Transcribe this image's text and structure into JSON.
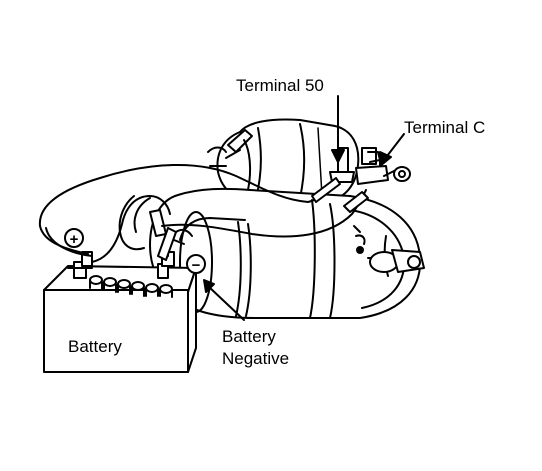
{
  "diagram": {
    "labels": {
      "terminal_50": "Terminal 50",
      "terminal_c": "Terminal C",
      "battery": "Battery",
      "battery_negative_line1": "Battery",
      "battery_negative_line2": "Negative"
    },
    "signs": {
      "positive": "+",
      "negative": "−"
    }
  }
}
